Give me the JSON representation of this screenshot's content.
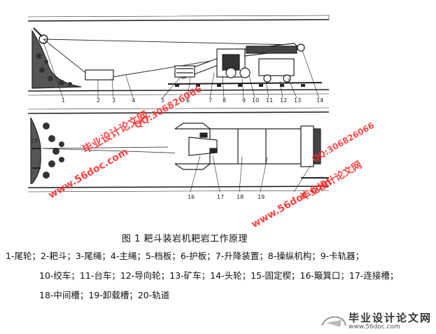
{
  "figure": {
    "part_numbers_top": [
      "1",
      "2",
      "3",
      "4",
      "5",
      "6",
      "7",
      "8",
      "9",
      "10",
      "11",
      "12",
      "13",
      "14"
    ],
    "part_numbers_bottom": [
      "15",
      "16",
      "17",
      "18",
      "19"
    ]
  },
  "watermarks": {
    "qq_1": "QQ:306826066",
    "qq_2": "QQ:306826066",
    "brand_1": "毕业设计论文网",
    "brand_2": "毕业设计论文网",
    "site_1": "www.56doc.com",
    "site_2": "www.56doc.com"
  },
  "caption": "图 1   耙斗装岩机耙岩工作原理",
  "legend": {
    "line1": "1-尾轮；2-耙斗；3-尾绳；4-主绳；5-档板；6-护板；7-升降装置；8-操纵机构；9-卡轨器；",
    "line2": "10-绞车；11-台车；12-导向轮；13-矿车；14-头轮；15-固定楔；16-簸箕口；17-连接槽；",
    "line3": "18-中间槽；19-卸载槽；20-轨道"
  },
  "footer_logo": {
    "name": "毕业设计论文网",
    "url": "www.56doc.com"
  }
}
